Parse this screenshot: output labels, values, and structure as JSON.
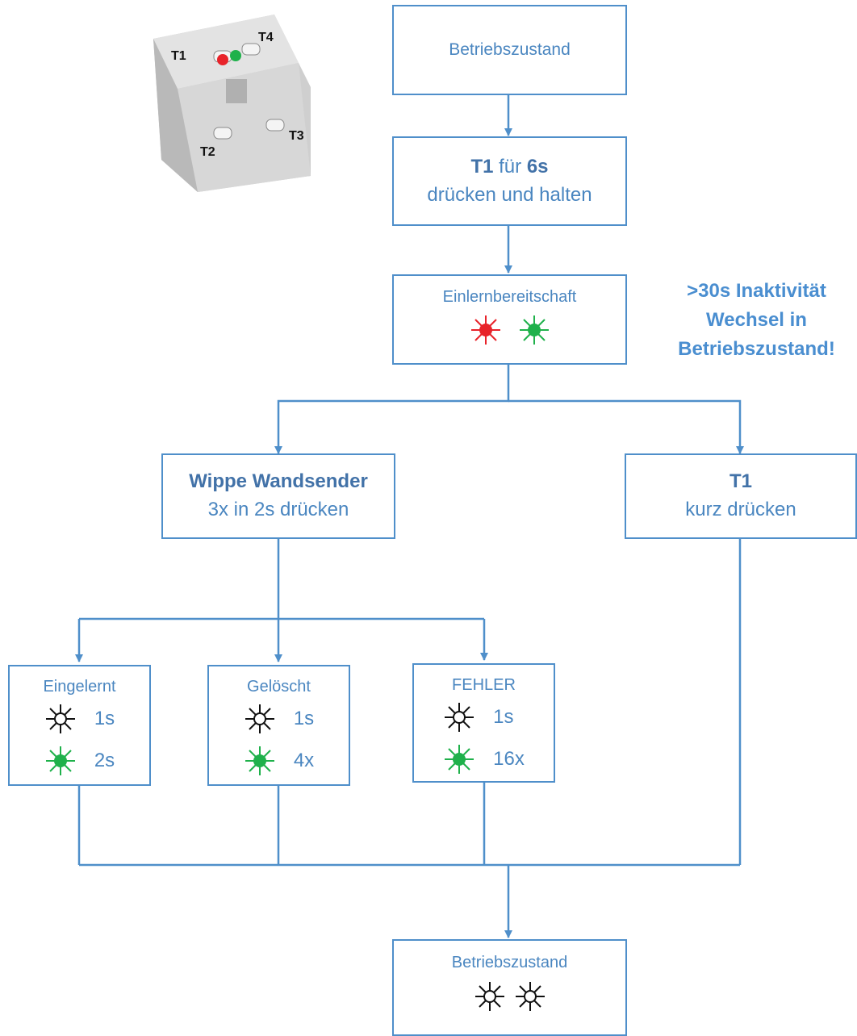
{
  "colors": {
    "accent": "#4f8fca",
    "led_red": "#e8232a",
    "led_green": "#1fb14b",
    "led_off": "#111111"
  },
  "device": {
    "labels": [
      "T1",
      "T2",
      "T3",
      "T4"
    ]
  },
  "steps": {
    "start": "Betriebszustand",
    "hold_bold_1": "T1",
    "hold_mid": "für",
    "hold_bold_2": "6s",
    "hold_line2": "drücken und halten",
    "learn_ready": "Einlernbereitschaft",
    "wippe_title": "Wippe Wandsender",
    "wippe_sub": "3x in 2s drücken",
    "t1_title": "T1",
    "t1_sub": "kurz drücken",
    "end": "Betriebszustand"
  },
  "note": {
    "line1": ">30s Inaktivität",
    "line2": "Wechsel in",
    "line3": "Betriebszustand!"
  },
  "results": [
    {
      "title": "Eingelernt",
      "row1": "1s",
      "row2": "2s"
    },
    {
      "title": "Gelöscht",
      "row1": "1s",
      "row2": "4x"
    },
    {
      "title": "FEHLER",
      "row1": "1s",
      "row2": "16x"
    }
  ]
}
